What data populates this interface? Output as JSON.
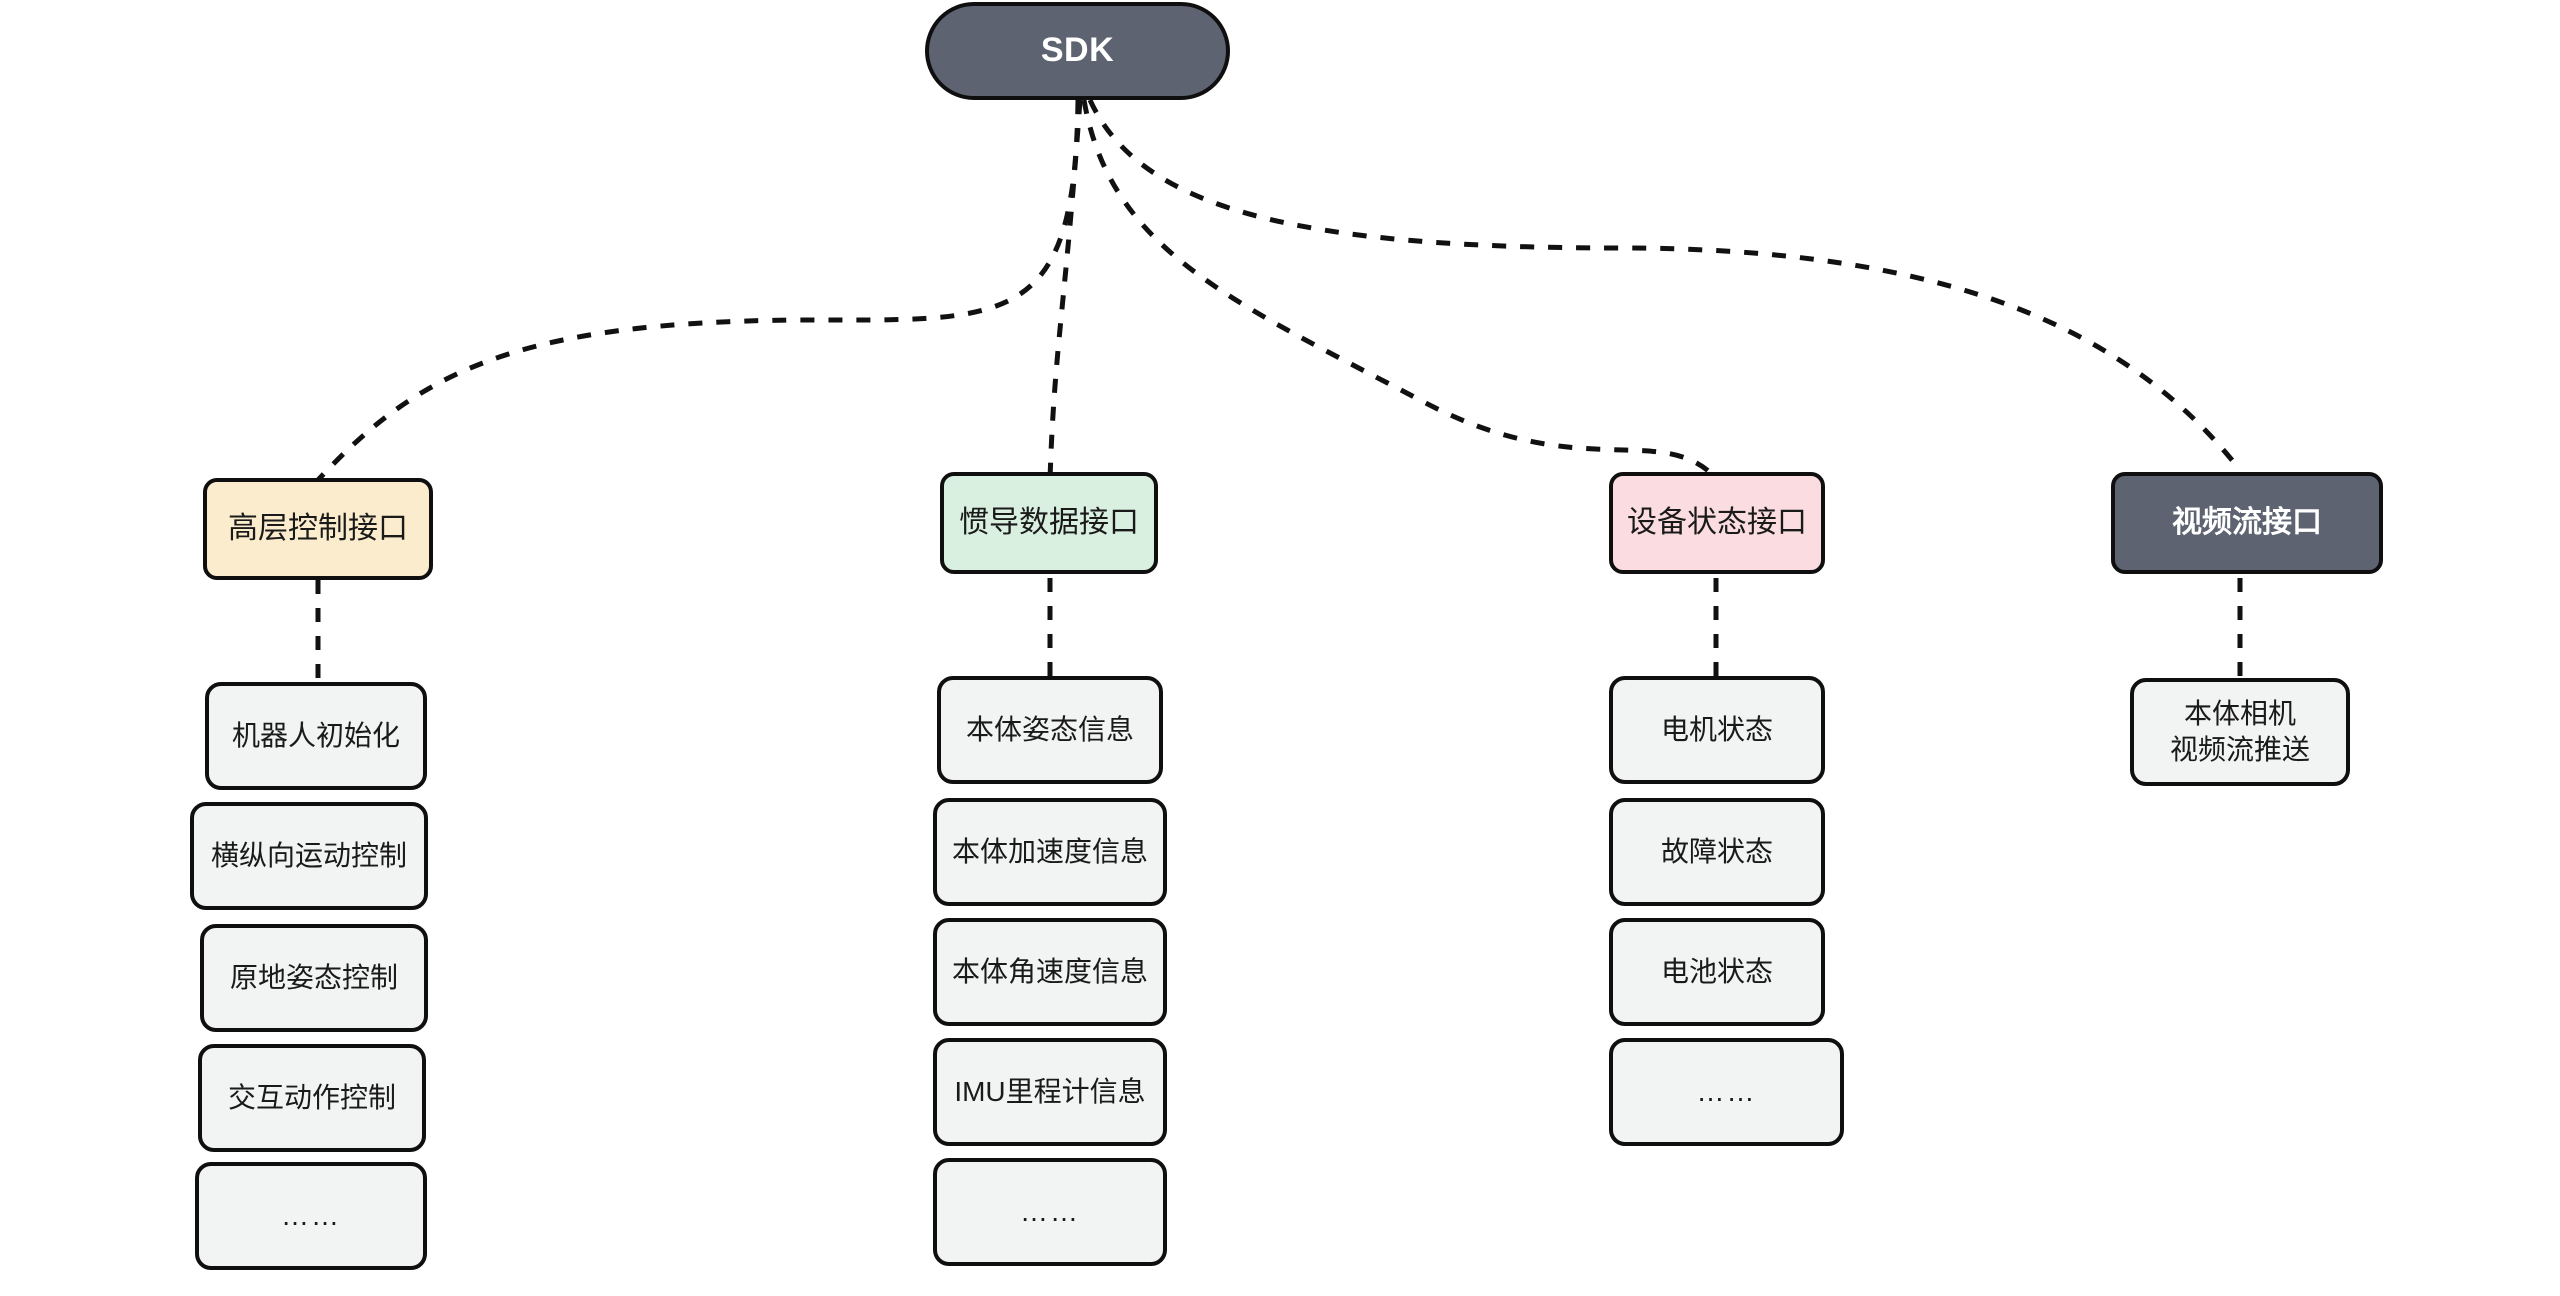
{
  "diagram": {
    "title_node": {
      "label": "SDK",
      "fill": "#5d6370",
      "text_color": "#ffffff"
    },
    "categories": [
      {
        "id": "high-level-control",
        "label": "高层控制接口",
        "fill": "#faeccd",
        "children": [
          {
            "label": "机器人初始化"
          },
          {
            "label": "横纵向运动控制"
          },
          {
            "label": "原地姿态控制"
          },
          {
            "label": "交互动作控制"
          },
          {
            "label": "……"
          }
        ]
      },
      {
        "id": "imu-data",
        "label": "惯导数据接口",
        "fill": "#d9f0e1",
        "children": [
          {
            "label": "本体姿态信息"
          },
          {
            "label": "本体加速度信息"
          },
          {
            "label": "本体角速度信息"
          },
          {
            "label": "IMU里程计信息"
          },
          {
            "label": "……"
          }
        ]
      },
      {
        "id": "device-status",
        "label": "设备状态接口",
        "fill": "#fbdde1",
        "children": [
          {
            "label": "电机状态"
          },
          {
            "label": "故障状态"
          },
          {
            "label": "电池状态"
          },
          {
            "label": "……"
          }
        ]
      },
      {
        "id": "video-stream",
        "label": "视频流接口",
        "fill": "#5d6370",
        "children": [
          {
            "label": "本体相机\n视频流推送"
          }
        ]
      }
    ],
    "edge_style": {
      "stroke": "#111111",
      "dash": "14 14",
      "width": 5
    }
  }
}
